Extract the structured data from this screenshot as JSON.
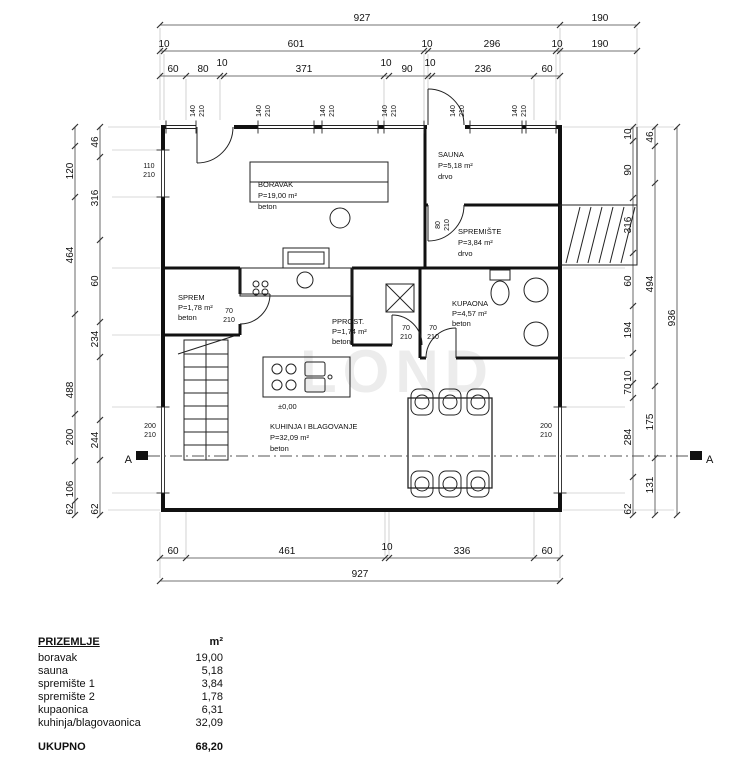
{
  "dims": {
    "top1": [
      "927",
      "190"
    ],
    "top2": [
      "10",
      "601",
      "10",
      "296",
      "10",
      "190"
    ],
    "top3": [
      "60",
      "80",
      "10",
      "371",
      "10",
      "90",
      "10",
      "236",
      "60"
    ],
    "bottom1": [
      "60",
      "461",
      "10",
      "336",
      "60"
    ],
    "bottom2": [
      "927"
    ],
    "left_outer": [
      "120",
      "464",
      "488",
      "200",
      "106",
      "62"
    ],
    "left_inner": [
      "46",
      "316",
      "60",
      "234",
      "244",
      "62"
    ],
    "right_inner": [
      "10",
      "90",
      "316",
      "60",
      "194",
      "10",
      "70",
      "284",
      "62"
    ],
    "right_mid": [
      "46",
      "494",
      "175",
      "131"
    ],
    "right_total": "936"
  },
  "openings": {
    "win_top": [
      "140",
      "210"
    ],
    "win_110": [
      "110",
      "210"
    ],
    "win_200": [
      "200",
      "210"
    ],
    "door_80": [
      "80",
      "210"
    ],
    "door_70": [
      "70",
      "210"
    ]
  },
  "rooms": {
    "boravak": {
      "name": "BORAVAK",
      "area": "P=19,00 m²",
      "mat": "beton"
    },
    "sauna": {
      "name": "SAUNA",
      "area": "P=5,18 m²",
      "mat": "drvo"
    },
    "spremiste": {
      "name": "SPREMIŠTE",
      "area": "P=3,84 m²",
      "mat": "drvo"
    },
    "sprem": {
      "name": "SPREM",
      "area": "P=1,78 m²",
      "mat": "beton"
    },
    "pprost": {
      "name": "PPROST.",
      "area": "P=1,74 m²",
      "mat": "beton"
    },
    "kupaona": {
      "name": "KUPAONA",
      "area": "P=4,57 m²",
      "mat": "beton"
    },
    "kuhinja": {
      "name": "KUHINJA I BLAGOVANJE",
      "area": "P=32,09 m²",
      "mat": "beton",
      "level": "±0,00"
    }
  },
  "section": {
    "label": "A"
  },
  "watermark": "LOND",
  "table": {
    "title": "PRIZEMLJE",
    "unit": "m²",
    "rows": [
      {
        "name": "boravak",
        "value": "19,00"
      },
      {
        "name": "sauna",
        "value": "5,18"
      },
      {
        "name": "spremište 1",
        "value": "3,84"
      },
      {
        "name": "spremište 2",
        "value": "1,78"
      },
      {
        "name": "kupaonica",
        "value": "6,31"
      },
      {
        "name": "kuhinja/blagovaonica",
        "value": "32,09"
      }
    ],
    "total": {
      "name": "UKUPNO",
      "value": "68,20"
    }
  }
}
